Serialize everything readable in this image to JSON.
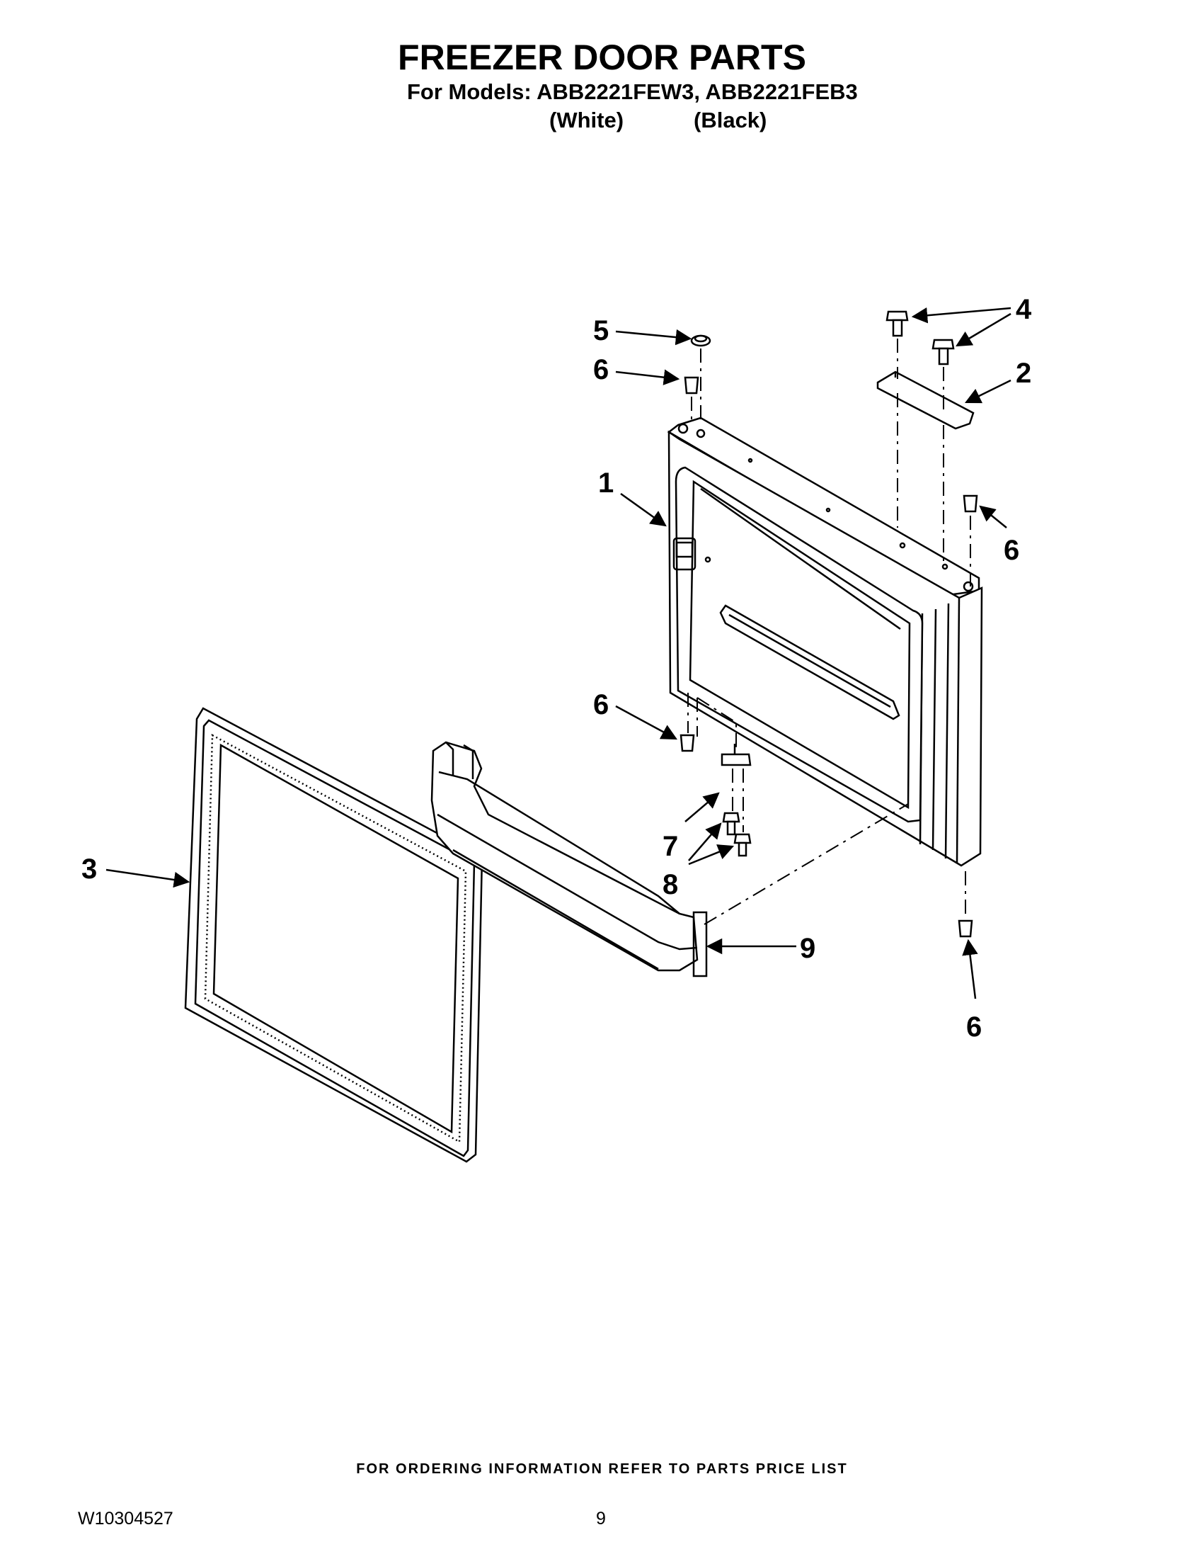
{
  "header": {
    "title": "FREEZER DOOR PARTS",
    "models_line": "For Models: ABB2221FEW3, ABB2221FEB3",
    "variant_white": "(White)",
    "variant_black": "(Black)"
  },
  "callouts": {
    "c1": "1",
    "c2": "2",
    "c3": "3",
    "c4": "4",
    "c5": "5",
    "c6a": "6",
    "c6b": "6",
    "c6c": "6",
    "c6d": "6",
    "c7": "7",
    "c8": "8",
    "c9": "9"
  },
  "footer": {
    "ordering_note": "FOR ORDERING INFORMATION REFER TO PARTS PRICE LIST",
    "document_number": "W10304527",
    "page_number": "9"
  }
}
